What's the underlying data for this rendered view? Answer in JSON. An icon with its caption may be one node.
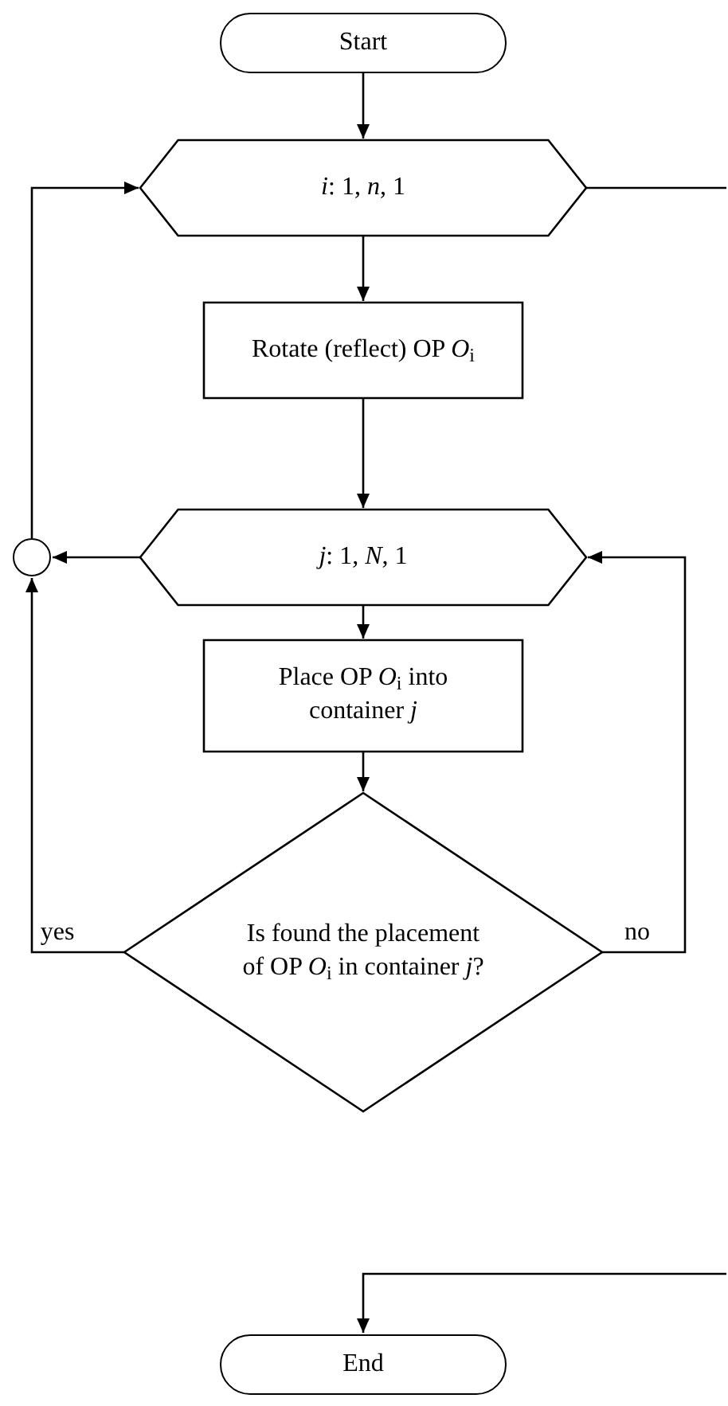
{
  "diagram": {
    "nodes": [
      {
        "text": [
          "Start"
        ]
      },
      {
        "text": [
          "*i*: 1, *n*, 1"
        ]
      },
      {
        "text": [
          "Rotate (reflect) OP *O*$_{i}$"
        ]
      },
      {
        "text": [
          "*j*: 1, *N*, 1"
        ]
      },
      {
        "text": [
          "Place OP *O*$_{i}$ into container *j*"
        ]
      },
      {
        "text": [
          "Is found the placement of OP *O*$_{i}$ in container *j*?"
        ]
      },
      {
        "text": [],
        "shape": "circle"
      },
      {
        "text": [
          "End"
        ]
      }
    ],
    "edges": [
      {
        "from": 0,
        "to": 1,
        "arrow": "to"
      },
      {
        "from": 1,
        "to": 2,
        "arrow": "to"
      },
      {
        "from": 2,
        "to": 3,
        "arrow": "to"
      },
      {
        "from": 3,
        "to": 4,
        "arrow": "to"
      },
      {
        "from": 4,
        "to": 5,
        "arrow": "to"
      },
      {
        "from": 5,
        "to": 6,
        "arrow": "to",
        "label": "yes"
      },
      {
        "from": 5,
        "to": 3,
        "arrow": "to",
        "label": "no"
      },
      {
        "from": 3,
        "to": 6,
        "arrow": "to"
      },
      {
        "from": 6,
        "to": 1,
        "arrow": "to"
      },
      {
        "from": 1,
        "to": null,
        "arrow": "none"
      },
      {
        "from": null,
        "to": 7,
        "arrow": "to"
      }
    ]
  }
}
